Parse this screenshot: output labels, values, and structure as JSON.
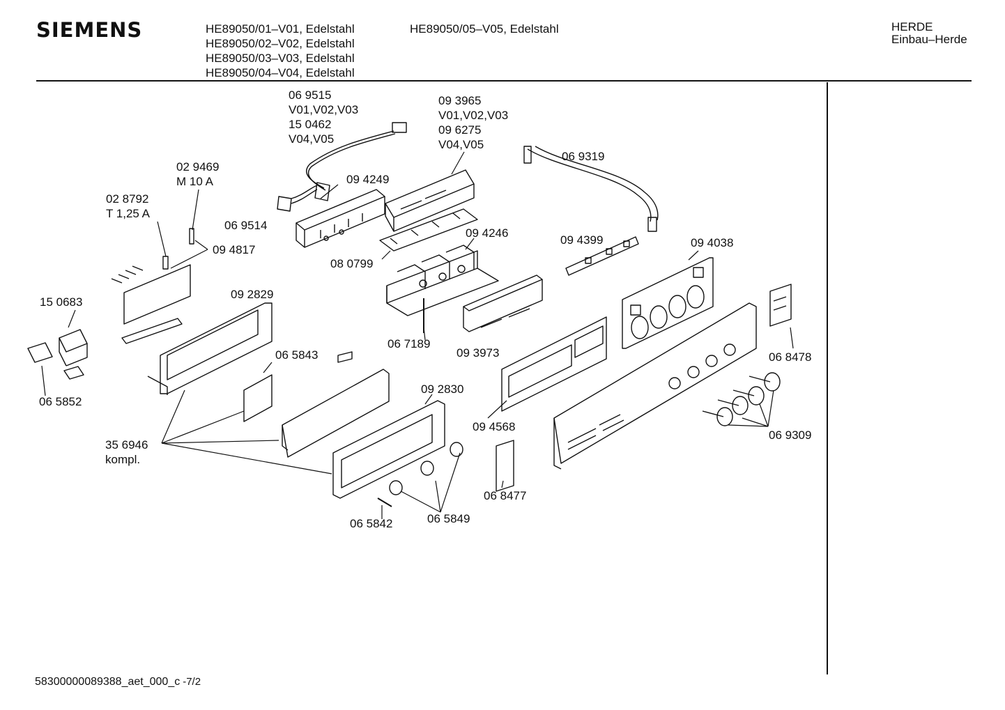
{
  "header": {
    "brand": "SIEMENS",
    "models_col1": [
      "HE89050/01–V01, Edelstahl",
      "HE89050/02–V02, Edelstahl",
      "HE89050/03–V03, Edelstahl",
      "HE89050/04–V04, Edelstahl"
    ],
    "models_col2": [
      "HE89050/05–V05, Edelstahl"
    ],
    "category": "HERDE",
    "subcategory": "Einbau–Herde"
  },
  "parts": [
    {
      "lines": [
        "06 9515",
        "V01,V02,V03",
        "15 0462",
        "V04,V05"
      ]
    },
    {
      "lines": [
        "09 3965",
        "V01,V02,V03",
        "09 6275",
        "V04,V05"
      ]
    },
    {
      "lines": [
        "02 9469",
        "M 10 A"
      ]
    },
    {
      "lines": [
        "02 8792",
        "T 1,25 A"
      ]
    },
    {
      "lines": [
        "06 9319"
      ]
    },
    {
      "lines": [
        "09 4249"
      ]
    },
    {
      "lines": [
        "06 9514"
      ]
    },
    {
      "lines": [
        "09 4817"
      ]
    },
    {
      "lines": [
        "09 4246"
      ]
    },
    {
      "lines": [
        "09 4399"
      ]
    },
    {
      "lines": [
        "08 0799"
      ]
    },
    {
      "lines": [
        "09 4038"
      ]
    },
    {
      "lines": [
        "09 2829"
      ]
    },
    {
      "lines": [
        "15 0683"
      ]
    },
    {
      "lines": [
        "06 7189"
      ]
    },
    {
      "lines": [
        "09 3973"
      ]
    },
    {
      "lines": [
        "06 8478"
      ]
    },
    {
      "lines": [
        "06 5843"
      ]
    },
    {
      "lines": [
        "06 5852"
      ]
    },
    {
      "lines": [
        "09 2830"
      ]
    },
    {
      "lines": [
        "09 4568"
      ]
    },
    {
      "lines": [
        "06 9309"
      ]
    },
    {
      "lines": [
        "35 6946",
        "kompl."
      ]
    },
    {
      "lines": [
        "06 8477"
      ]
    },
    {
      "lines": [
        "06 5849"
      ]
    },
    {
      "lines": [
        "06 5842"
      ]
    }
  ],
  "footer": {
    "document_id": "58300000089388_aet_000_c",
    "page": "-7/2"
  }
}
